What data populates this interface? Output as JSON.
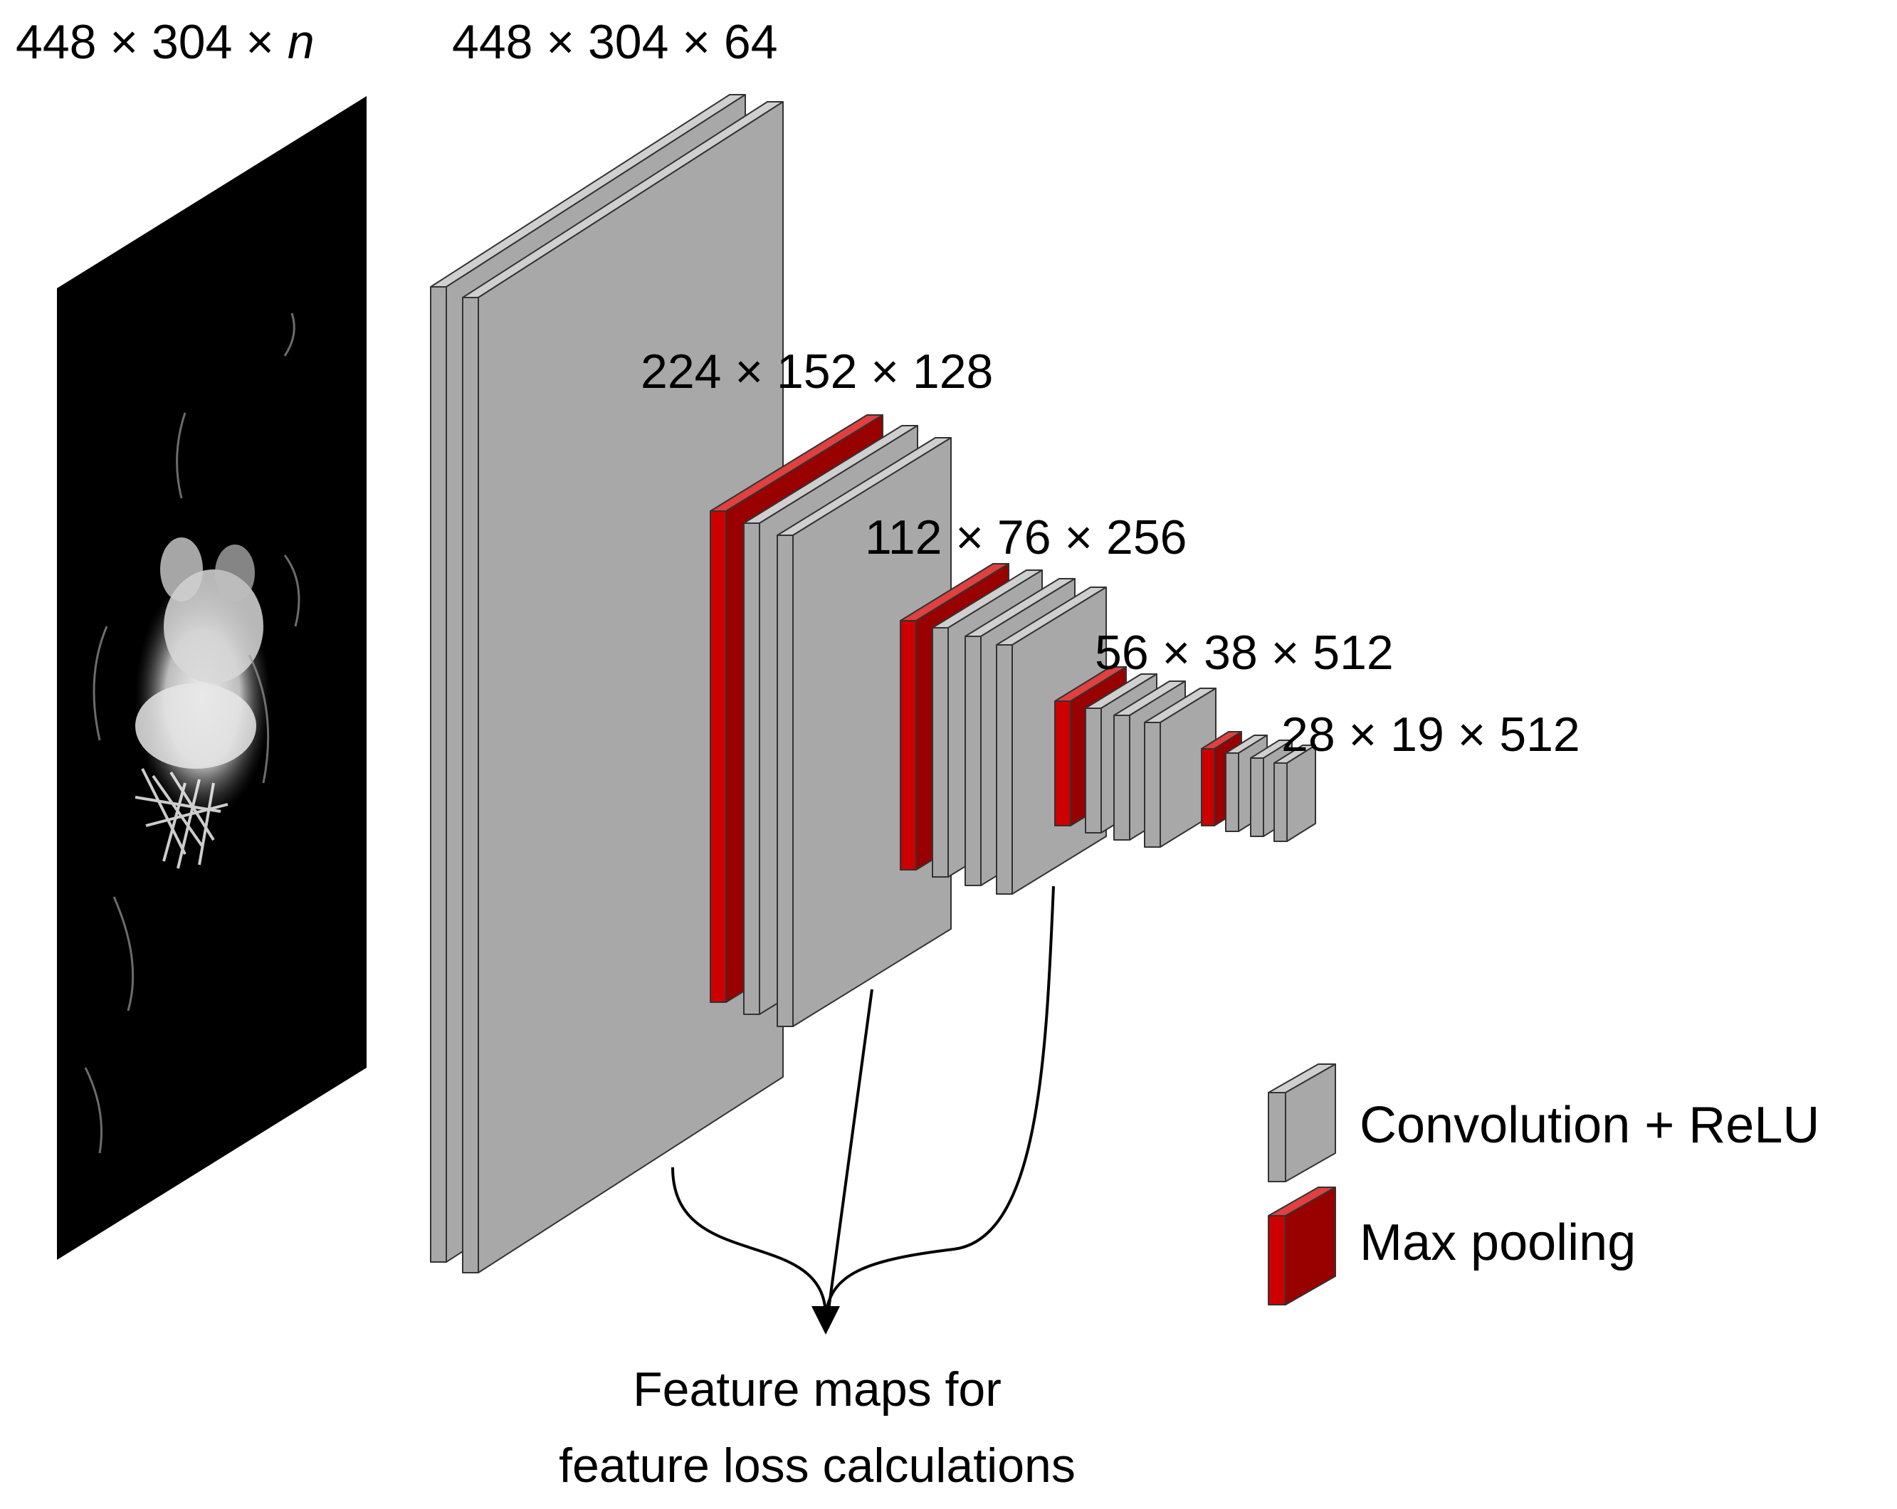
{
  "labels": {
    "input_dims_prefix": "448 × 304 × ",
    "input_dims_var": "n",
    "block1_dims": "448 × 304 × 64",
    "block2_dims": "224 × 152 × 128",
    "block3_dims": "112 × 76 × 256",
    "block4_dims": "56 × 38 × 512",
    "block5_dims": "28 × 19 × 512"
  },
  "caption": {
    "line1": "Feature maps for",
    "line2": "feature loss calculations"
  },
  "legend": {
    "conv_label": "Convolution + ReLU",
    "pool_label": "Max pooling"
  },
  "colors": {
    "conv_face": "#a8a8a8",
    "conv_side": "#8c8c8c",
    "conv_top": "#cfcfcf",
    "pool_face": "#cc0000",
    "pool_side": "#990000",
    "pool_top": "#e04040",
    "outline": "#333333",
    "input_bg": "#000000"
  }
}
